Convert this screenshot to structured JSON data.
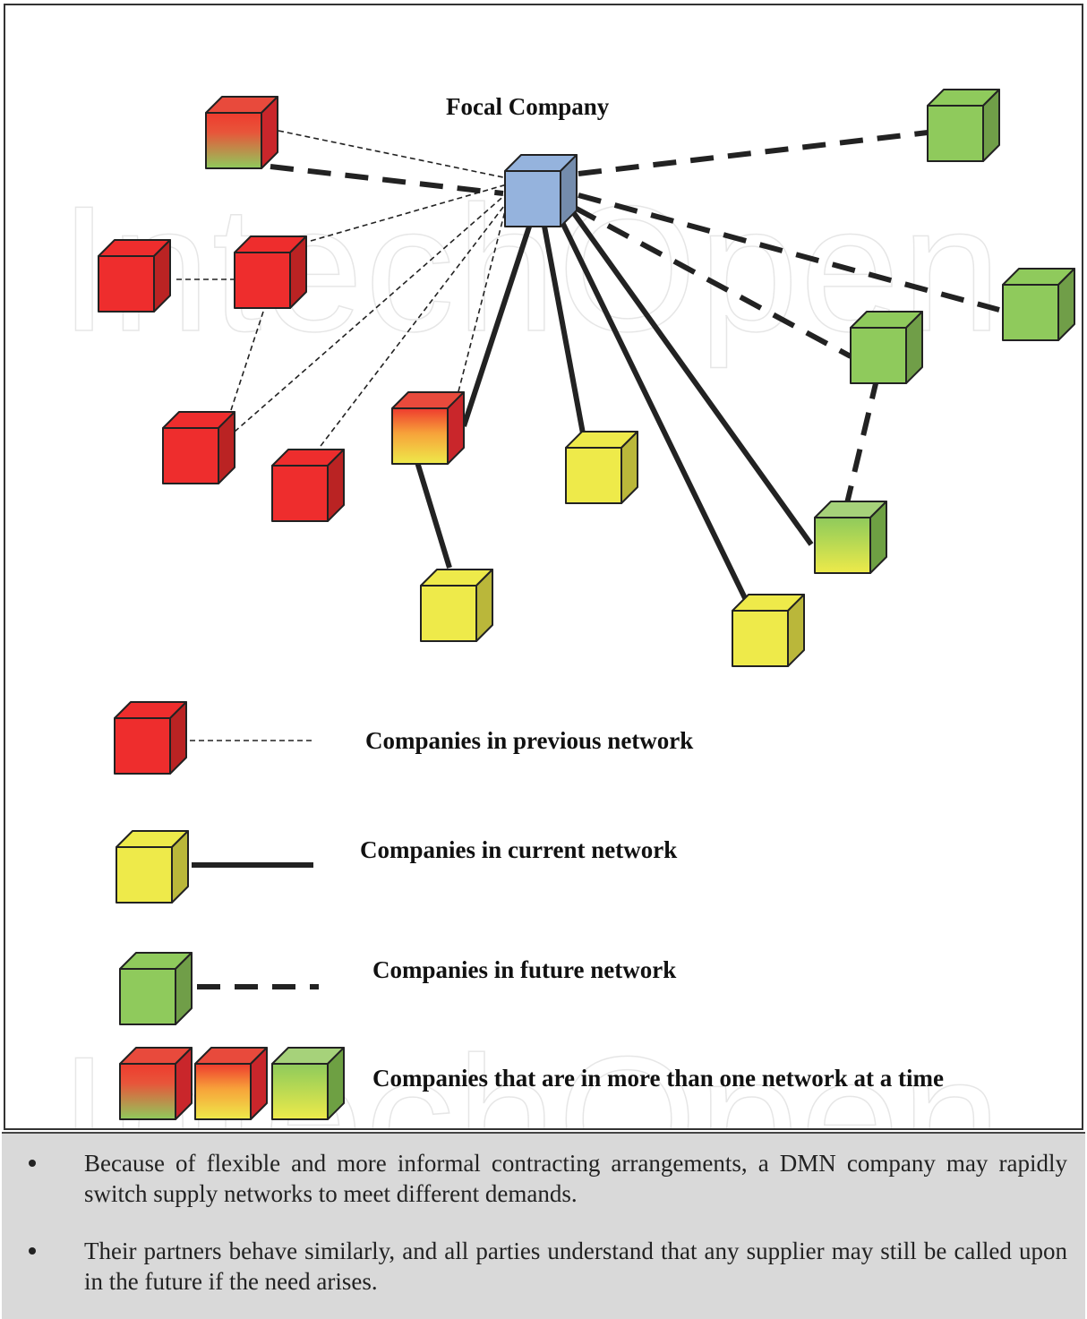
{
  "diagram": {
    "focal_label": "Focal Company",
    "legend": [
      {
        "key": "previous",
        "label": "Companies in previous network"
      },
      {
        "key": "current",
        "label": "Companies in current network"
      },
      {
        "key": "future",
        "label": "Companies in future network"
      },
      {
        "key": "multi",
        "label": "Companies that are in more than one network at a time"
      }
    ],
    "colors": {
      "previous": "#ee2d2d",
      "current": "#eeea4a",
      "future": "#8fca5c",
      "focal": "#95b3dd",
      "line": "#222222"
    },
    "watermark": "IntechOpen"
  },
  "bullets": [
    "Because of flexible and more informal contracting arrangements, a DMN company may rapidly switch supply networks to meet different demands.",
    "Their partners behave similarly, and all parties understand that any supplier may still be called upon in the future if the need arises."
  ]
}
